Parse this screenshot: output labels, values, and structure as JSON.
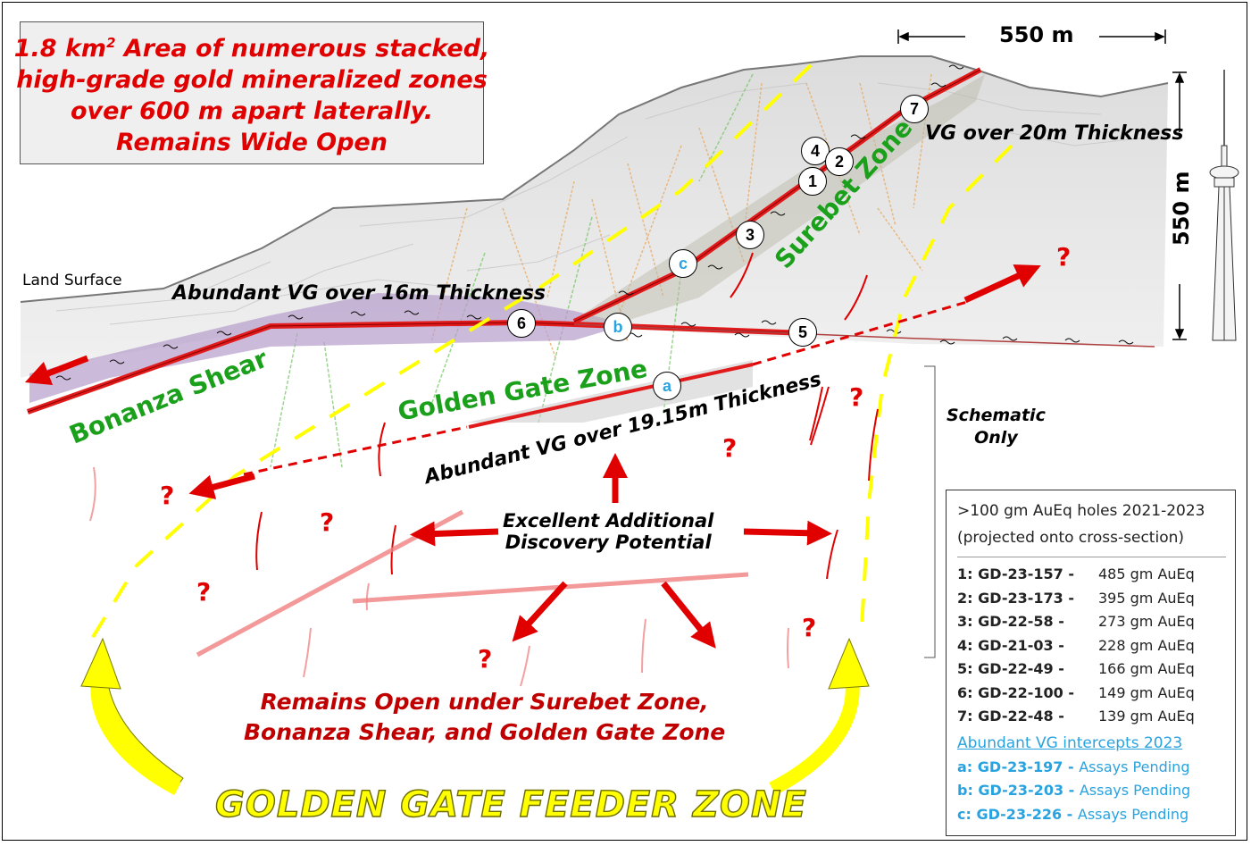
{
  "callout": {
    "line1_pre": "1.8 km",
    "line1_sup": "2",
    "line1_post": " Area of numerous stacked,",
    "line2": "high-grade gold mineralized zones",
    "line3": "over 600 m apart laterally.",
    "line4": "Remains Wide Open"
  },
  "scale": {
    "horizontal": "550 m",
    "vertical": "550 m"
  },
  "labels": {
    "land_surface": "Land Surface",
    "vg_16m": "Abundant VG over 16m Thickness",
    "vg_20m": "VG over 20m Thickness",
    "vg_1915m": "Abundant VG over 19.15m Thickness",
    "surebet_zone": "Surebet Zone",
    "bonanza_shear": "Bonanza Shear",
    "golden_gate_zone": "Golden Gate Zone",
    "potential_line1": "Excellent Additional",
    "potential_line2": "Discovery Potential",
    "open_line1": "Remains Open under Surebet Zone,",
    "open_line2": "Bonanza Shear, and Golden Gate Zone",
    "schematic_line1": "Schematic",
    "schematic_line2": "Only",
    "feeder_zone": "GOLDEN GATE FEEDER ZONE",
    "question": "?"
  },
  "markers": {
    "m1": "1",
    "m2": "2",
    "m3": "3",
    "m4": "4",
    "m5": "5",
    "m6": "6",
    "m7": "7",
    "ma": "a",
    "mb": "b",
    "mc": "c"
  },
  "legend": {
    "title": ">100 gm AuEq holes 2021-2023",
    "subtitle": "(projected onto cross-section)",
    "holes": [
      {
        "id": "1: GD-23-157",
        "sep": " - ",
        "value": "485 gm AuEq"
      },
      {
        "id": "2: GD-23-173",
        "sep": " - ",
        "value": "395 gm AuEq"
      },
      {
        "id": "3: GD-22-58",
        "sep": " - ",
        "value": "273 gm AuEq"
      },
      {
        "id": "4: GD-21-03",
        "sep": " - ",
        "value": "228 gm AuEq"
      },
      {
        "id": "5: GD-22-49",
        "sep": " - ",
        "value": "166 gm AuEq"
      },
      {
        "id": "6: GD-22-100",
        "sep": " - ",
        "value": "149 gm AuEq"
      },
      {
        "id": "7: GD-22-48",
        "sep": " - ",
        "value": "139 gm AuEq"
      }
    ],
    "intercepts_title": "Abundant VG intercepts 2023",
    "intercepts": [
      {
        "id": "a: GD-23-197",
        "sep": " - ",
        "value": "Assays Pending"
      },
      {
        "id": "b: GD-23-203",
        "sep": " - ",
        "value": "Assays Pending"
      },
      {
        "id": "c: GD-23-226",
        "sep": " - ",
        "value": "Assays Pending"
      }
    ]
  },
  "colors": {
    "vein_red": "#e11b1b",
    "zone_green": "#1aa01a",
    "feeder_yellow": "#ffff00",
    "shear_purple": "#b69ccc",
    "intercept_blue": "#29a3e0"
  }
}
